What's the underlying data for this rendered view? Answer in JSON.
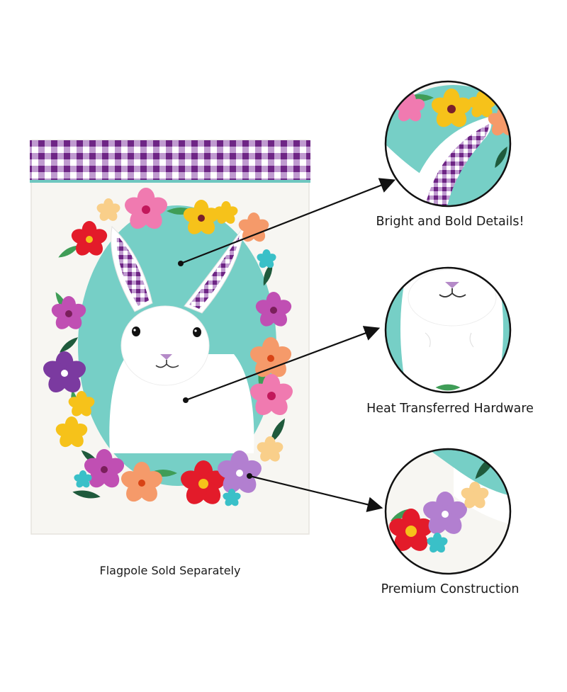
{
  "captions": {
    "main": "Flagpole Sold Separately",
    "detail_1": "Bright and Bold Details!",
    "detail_2": "Heat Transferred Hardware",
    "detail_3": "Premium Construction"
  },
  "colors": {
    "flag_background": "#f7f6f2",
    "oval_teal": "#76cfc6",
    "gingham_purple": "#7a2f8f",
    "bunny_white": "#ffffff",
    "leaf_green": "#3f9d57",
    "dark_leaf": "#1f5a3c",
    "flower_pink": "#f07ab0",
    "flower_red": "#e31b2a",
    "flower_purple": "#7b3aa0",
    "flower_yellow": "#f6c21a",
    "flower_orange": "#f59a6a",
    "flower_lilac": "#b27fd0"
  },
  "icons": [
    "bunny",
    "flower",
    "leaf",
    "arrow"
  ]
}
